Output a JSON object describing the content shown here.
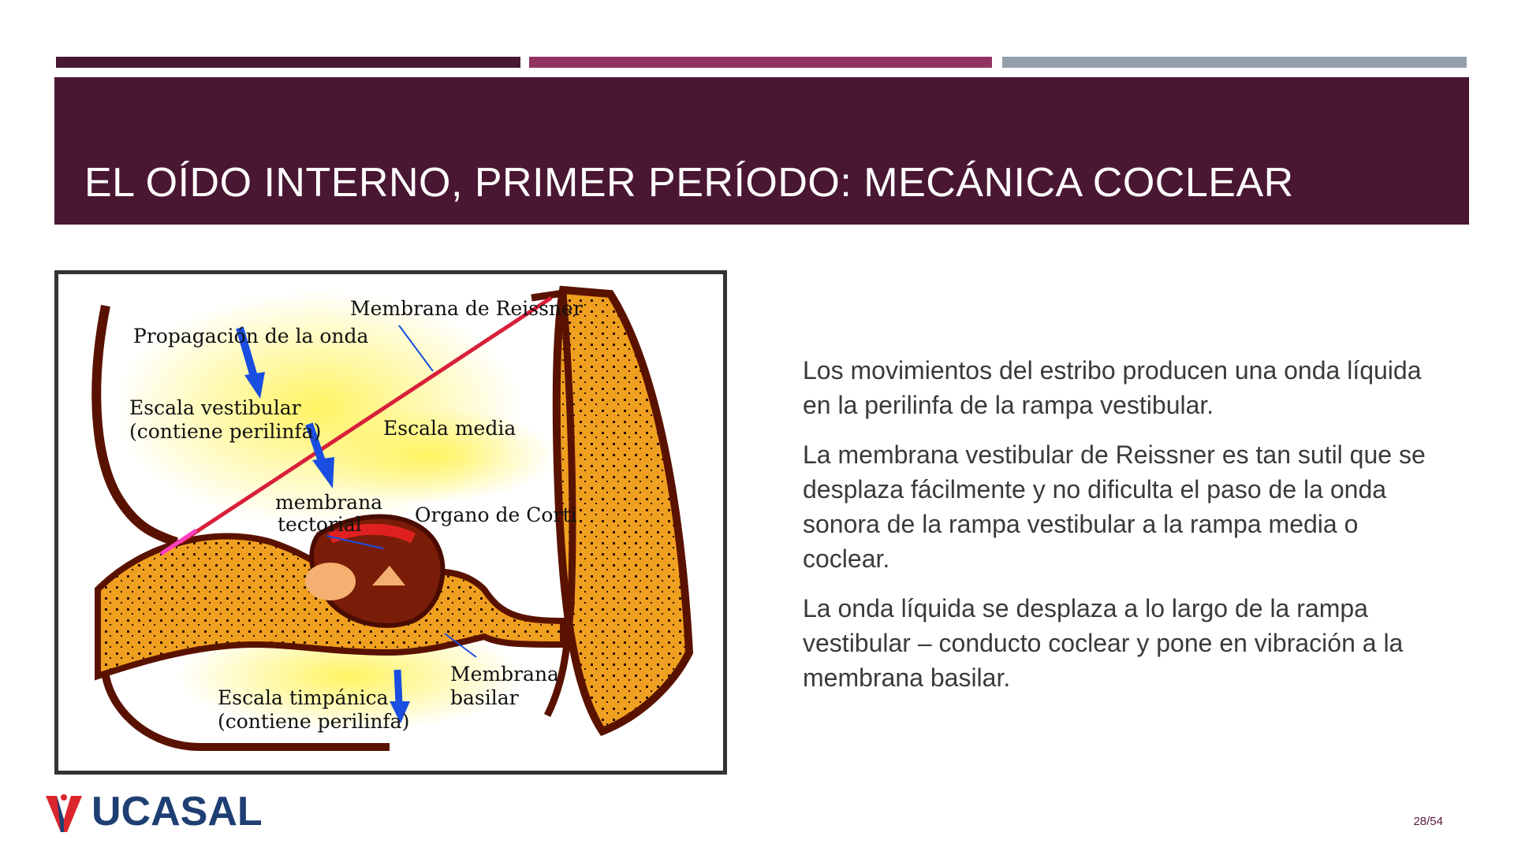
{
  "slide": {
    "title": "EL OÍDO INTERNO, PRIMER PERÍODO: MECÁNICA COCLEAR",
    "page_number": "28/54",
    "colors": {
      "title_band": "#4a1733",
      "bar_dark": "#4a1733",
      "bar_magenta": "#913462",
      "bar_gray": "#93a0ab",
      "logo_blue": "#1e3f73",
      "logo_red": "#d9252b"
    }
  },
  "figure": {
    "labels": {
      "reissner": "Membrana de Reissner",
      "propagacion": "Propagación de la onda",
      "escala_vestibular_1": "Escala vestibular",
      "escala_vestibular_2": "(contiene perilinfa)",
      "escala_media": "Escala media",
      "membrana_tectorial_1": "membrana",
      "membrana_tectorial_2": "tectorial",
      "organo_corti": "Organo de Corti",
      "membrana_basilar_1": "Membrana",
      "membrana_basilar_2": "basilar",
      "escala_timpanica_1": "Escala timpánica",
      "escala_timpanica_2": "(contiene perilinfa)"
    }
  },
  "content": {
    "paragraphs": [
      "Los movimientos del estribo producen una onda líquida en la perilinfa de la rampa vestibular.",
      "La membrana vestibular de Reissner es tan sutil que se desplaza fácilmente y no dificulta el paso de la onda sonora de la rampa vestibular a la rampa media o coclear.",
      "La onda líquida se desplaza a lo largo de la rampa vestibular – conducto coclear y pone en vibración a la membrana basilar."
    ]
  },
  "logo": {
    "text": "UCASAL"
  }
}
